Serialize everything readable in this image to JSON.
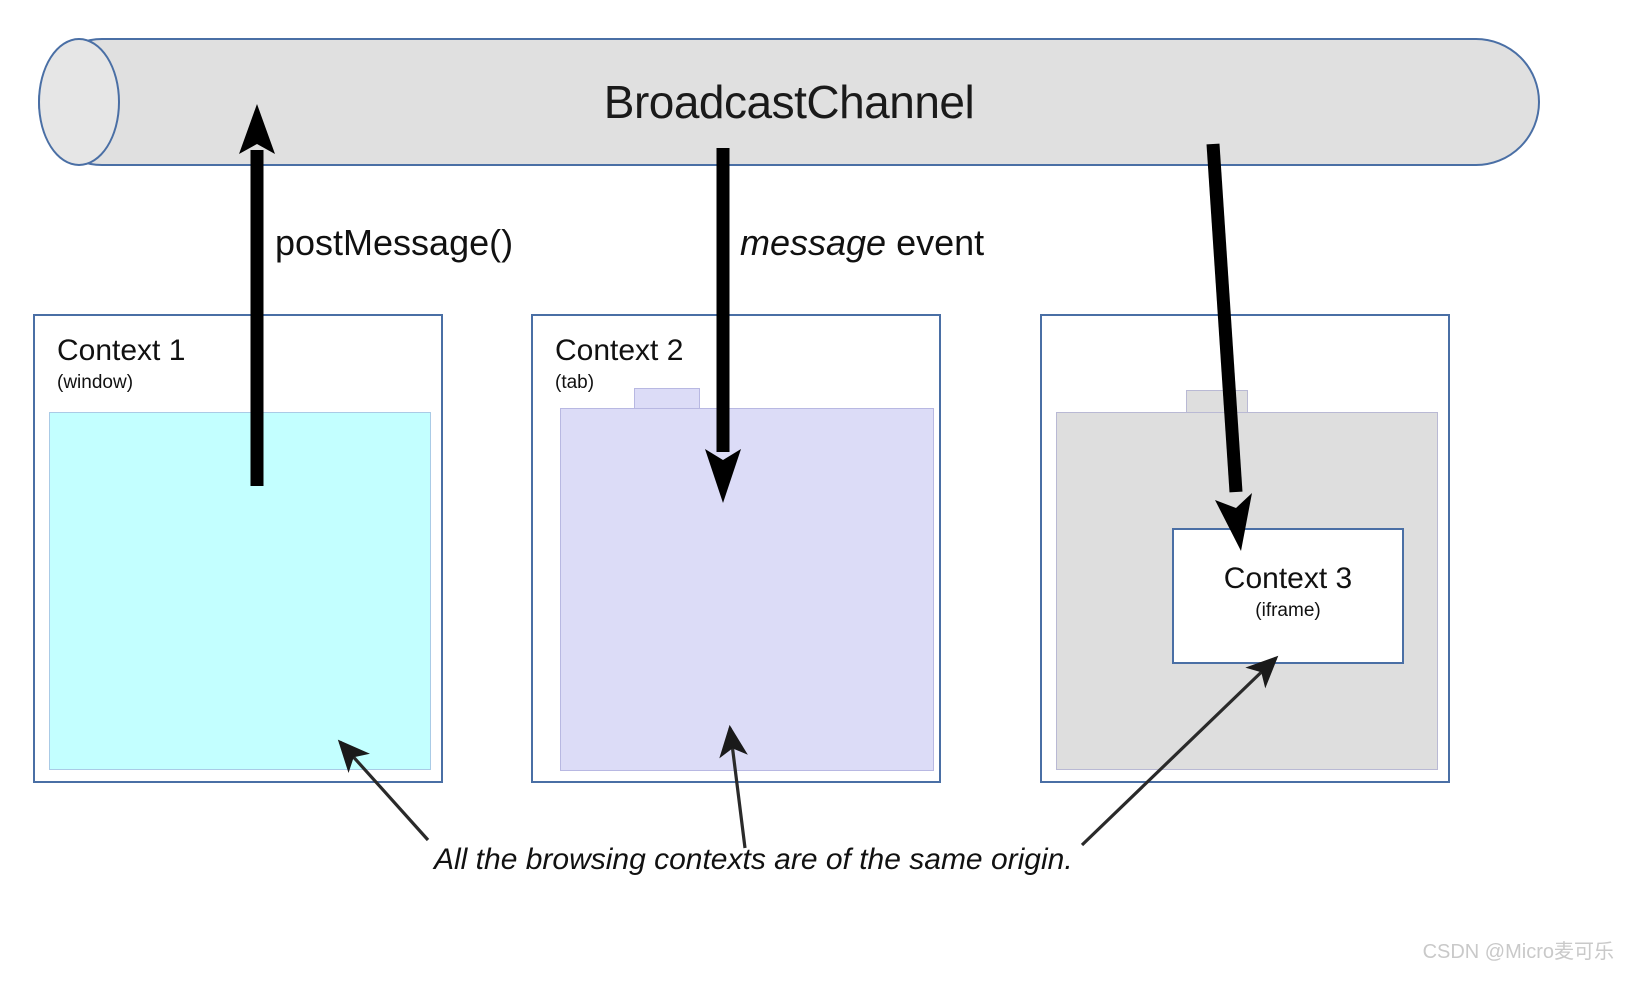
{
  "diagram": {
    "title": "BroadcastChannel",
    "channel": {
      "label": "BroadcastChannel",
      "fill_color": "#e0e0e0",
      "border_color": "#4a6fa5"
    },
    "edge_labels": [
      {
        "id": "postmessage",
        "text": "postMessage()",
        "style": "regular"
      },
      {
        "id": "message_event",
        "emphasis": "message",
        "rest": " event",
        "style": "italic-emphasis"
      }
    ],
    "contexts": [
      {
        "id": "context-1",
        "title": "Context 1",
        "subtitle": "(window)",
        "fill_color": "#c3ffff",
        "border_color": "#4a6fa5",
        "has_notch": false
      },
      {
        "id": "context-2",
        "title": "Context 2",
        "subtitle": "(tab)",
        "fill_color": "#dcdcf7",
        "border_color": "#4a6fa5",
        "has_notch": true
      },
      {
        "id": "context-3-outer",
        "title": "",
        "subtitle": "",
        "fill_color": "#dedede",
        "border_color": "#4a6fa5",
        "has_notch": true
      },
      {
        "id": "context-3",
        "title": "Context 3",
        "subtitle": "(iframe)",
        "fill_color": "#ffffff",
        "border_color": "#4a6fa5",
        "has_notch": false
      }
    ],
    "arrows": [
      {
        "id": "arrow-postmessage",
        "direction": "up",
        "from": "context-1",
        "to": "channel",
        "weight": "thick"
      },
      {
        "id": "arrow-message-event-ctx2",
        "direction": "down",
        "from": "channel",
        "to": "context-2",
        "weight": "thick"
      },
      {
        "id": "arrow-message-event-ctx3",
        "direction": "down",
        "from": "channel",
        "to": "context-3",
        "weight": "thick"
      },
      {
        "id": "annotation-arrow-context-1",
        "direction": "up-left",
        "from": "caption",
        "to": "context-1",
        "weight": "thin"
      },
      {
        "id": "annotation-arrow-context-2",
        "direction": "up",
        "from": "caption",
        "to": "context-2",
        "weight": "thin"
      },
      {
        "id": "annotation-arrow-context-3",
        "direction": "up-right",
        "from": "caption",
        "to": "context-3",
        "weight": "thin"
      }
    ],
    "caption": "All the browsing contexts are of the same origin.",
    "watermark": "CSDN @Micro麦可乐"
  }
}
